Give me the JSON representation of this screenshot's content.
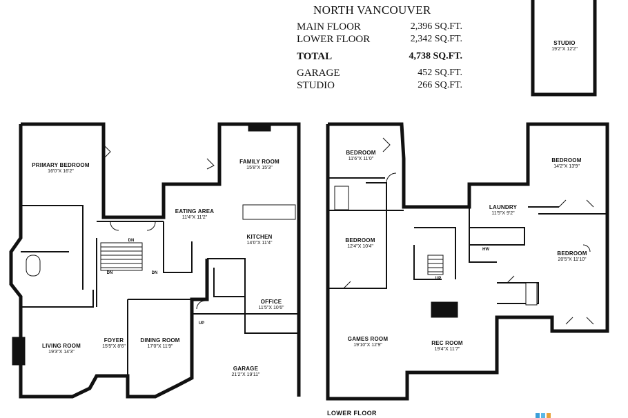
{
  "summary": {
    "heading": "NORTH VANCOUVER",
    "rows": [
      {
        "label": "MAIN FLOOR",
        "area": "2,396 SQ.FT."
      },
      {
        "label": "LOWER FLOOR",
        "area": "2,342 SQ.FT."
      },
      {
        "label": "TOTAL",
        "area": "4,738 SQ.FT."
      },
      {
        "label": "GARAGE",
        "area": "452 SQ.FT."
      },
      {
        "label": "STUDIO",
        "area": "266 SQ.FT."
      }
    ]
  },
  "rooms": {
    "studio": {
      "name": "STUDIO",
      "dims": "19'2\"X 12'2\""
    },
    "primary_bedroom": {
      "name": "PRIMARY BEDROOM",
      "dims": "16'0\"X 16'2\""
    },
    "family_room": {
      "name": "FAMILY ROOM",
      "dims": "15'8\"X 15'3\""
    },
    "eating_area": {
      "name": "EATING AREA",
      "dims": "11'4\"X 11'2\""
    },
    "kitchen": {
      "name": "KITCHEN",
      "dims": "14'0\"X 11'4\""
    },
    "office": {
      "name": "OFFICE",
      "dims": "11'5\"X 10'6\""
    },
    "living_room": {
      "name": "LIVING ROOM",
      "dims": "19'3\"X 14'3\""
    },
    "foyer": {
      "name": "FOYER",
      "dims": "15'5\"X 8'6\""
    },
    "dining_room": {
      "name": "DINING ROOM",
      "dims": "17'0\"X 11'9\""
    },
    "garage": {
      "name": "GARAGE",
      "dims": "21'2\"X 19'11\""
    },
    "bedroom_1": {
      "name": "BEDROOM",
      "dims": "11'6\"X 11'0\""
    },
    "bedroom_2": {
      "name": "BEDROOM",
      "dims": "14'2\"X 13'9\""
    },
    "laundry": {
      "name": "LAUNDRY",
      "dims": "11'5\"X 9'2\""
    },
    "bedroom_3": {
      "name": "BEDROOM",
      "dims": "12'4\"X 10'4\""
    },
    "bedroom_4": {
      "name": "BEDROOM",
      "dims": "20'5\"X 11'10\""
    },
    "games_room": {
      "name": "GAMES ROOM",
      "dims": "19'10\"X 12'9\""
    },
    "rec_room": {
      "name": "REC ROOM",
      "dims": "19'4\"X 11'7\""
    }
  },
  "tags": {
    "dn": "DN",
    "up": "UP",
    "hw": "HW"
  },
  "floor_label": "LOWER FLOOR",
  "logo_colors": [
    "#3b9fd8",
    "#5bb8e8",
    "#e8a23b"
  ]
}
